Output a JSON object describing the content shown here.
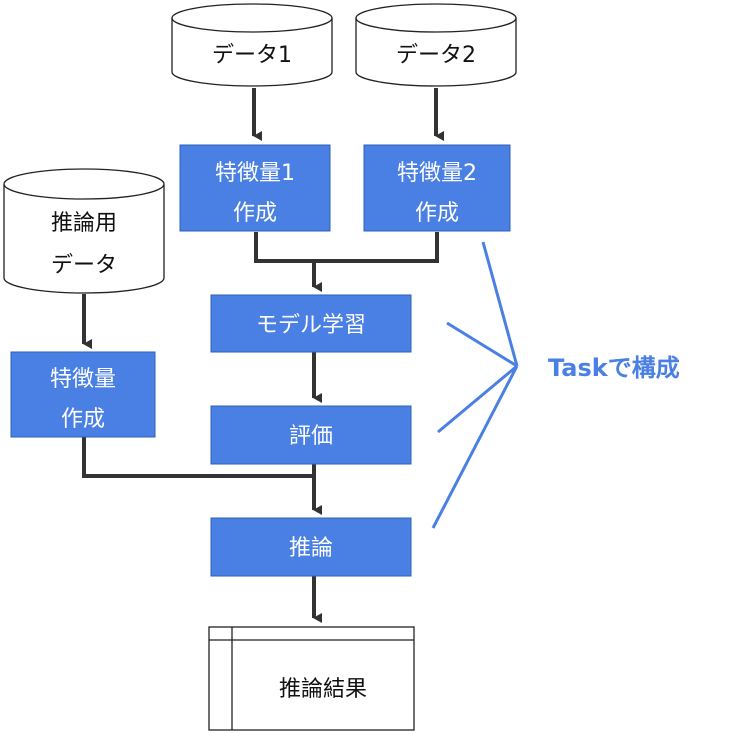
{
  "colors": {
    "box_fill": "#4a80e3",
    "box_stroke": "#2f5fb8",
    "line": "#333333",
    "bracket": "#4a80e3",
    "task_label": "#4a80e3"
  },
  "databases": {
    "data1": "データ1",
    "data2": "データ2",
    "inference_data": [
      "推論用",
      "データ"
    ]
  },
  "processes": {
    "feature1": [
      "特徴量1",
      "作成"
    ],
    "feature2": [
      "特徴量2",
      "作成"
    ],
    "feature_infer": [
      "特徴量",
      "作成"
    ],
    "train": "モデル学習",
    "evaluate": "評価",
    "infer": "推論"
  },
  "output": {
    "result": "推論結果"
  },
  "task_label": "Taskで構成"
}
